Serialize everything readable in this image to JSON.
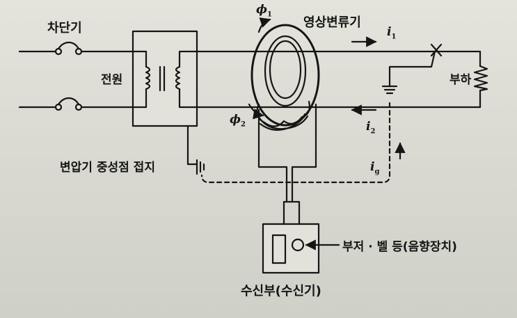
{
  "labels": {
    "breaker": "차단기",
    "power_source": "전원",
    "zct": "영상변류기",
    "load": "부하",
    "transformer_ground": "변압기 중성점 접지",
    "buzzer_bell": "부저 · 벨 등(음향장치)",
    "receiver": "수신부(수신기)"
  },
  "symbols": {
    "phi1": {
      "base": "ϕ",
      "sub": "1"
    },
    "phi2": {
      "base": "ϕ",
      "sub": "2"
    },
    "i1": {
      "base": "i",
      "sub": "1"
    },
    "i2": {
      "base": "i",
      "sub": "2"
    },
    "ig": {
      "base": "i",
      "sub": "g"
    }
  },
  "icons": [
    "breaker-switch-icon",
    "transformer-icon",
    "ground-icon",
    "zct-toroid-icon",
    "resistor-load-icon",
    "buzzer-icon"
  ]
}
